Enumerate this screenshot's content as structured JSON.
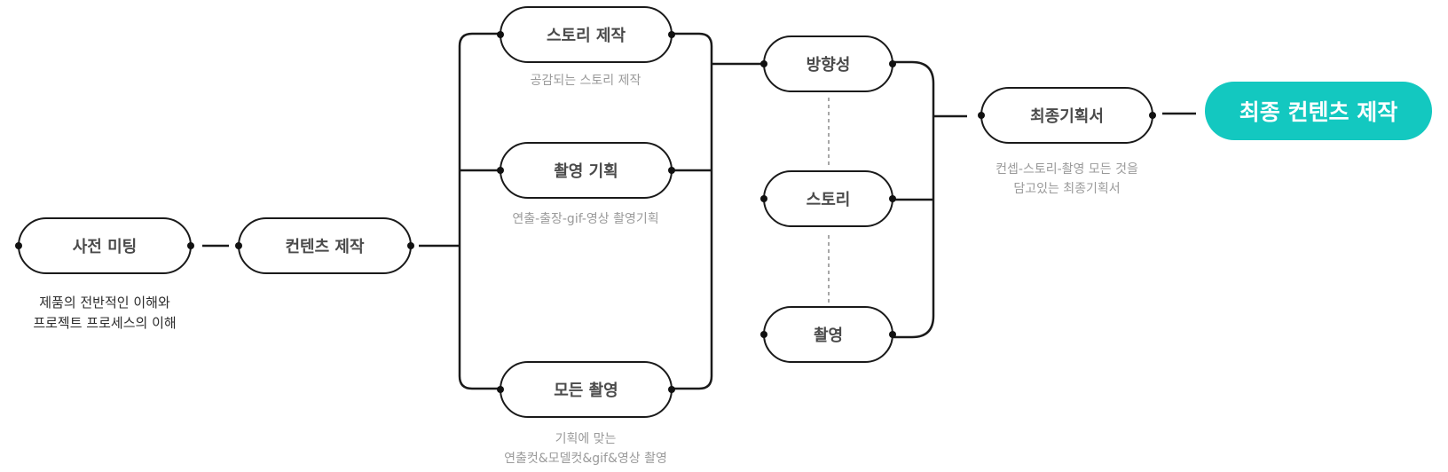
{
  "nodes": {
    "pre_meeting": "사전 미팅",
    "content_production": "컨텐츠 제작",
    "story_production": "스토리 제작",
    "shoot_planning": "촬영 기획",
    "all_shooting": "모든 촬영",
    "direction": "방향성",
    "story": "스토리",
    "shooting": "촬영",
    "final_plan": "최종기획서",
    "final_content": "최종 컨텐츠 제작"
  },
  "descriptions": {
    "pre_meeting": [
      "제품의 전반적인 이해와",
      "프로젝트 프로세스의 이해"
    ],
    "story_production": [
      "공감되는 스토리 제작"
    ],
    "shoot_planning": [
      "연출-출장-gif-영상 촬영기획"
    ],
    "all_shooting": [
      "기획에 맞는",
      "연출컷&모델컷&gif&영상 촬영"
    ],
    "final_plan": [
      "컨셉-스토리-촬영 모든 것을",
      "담고있는 최종기획서"
    ]
  },
  "colors": {
    "accent": "#13c8c0",
    "stroke": "#1a1a1a",
    "node_text": "#4a4a4a",
    "muted_text": "#9a9a9a"
  }
}
